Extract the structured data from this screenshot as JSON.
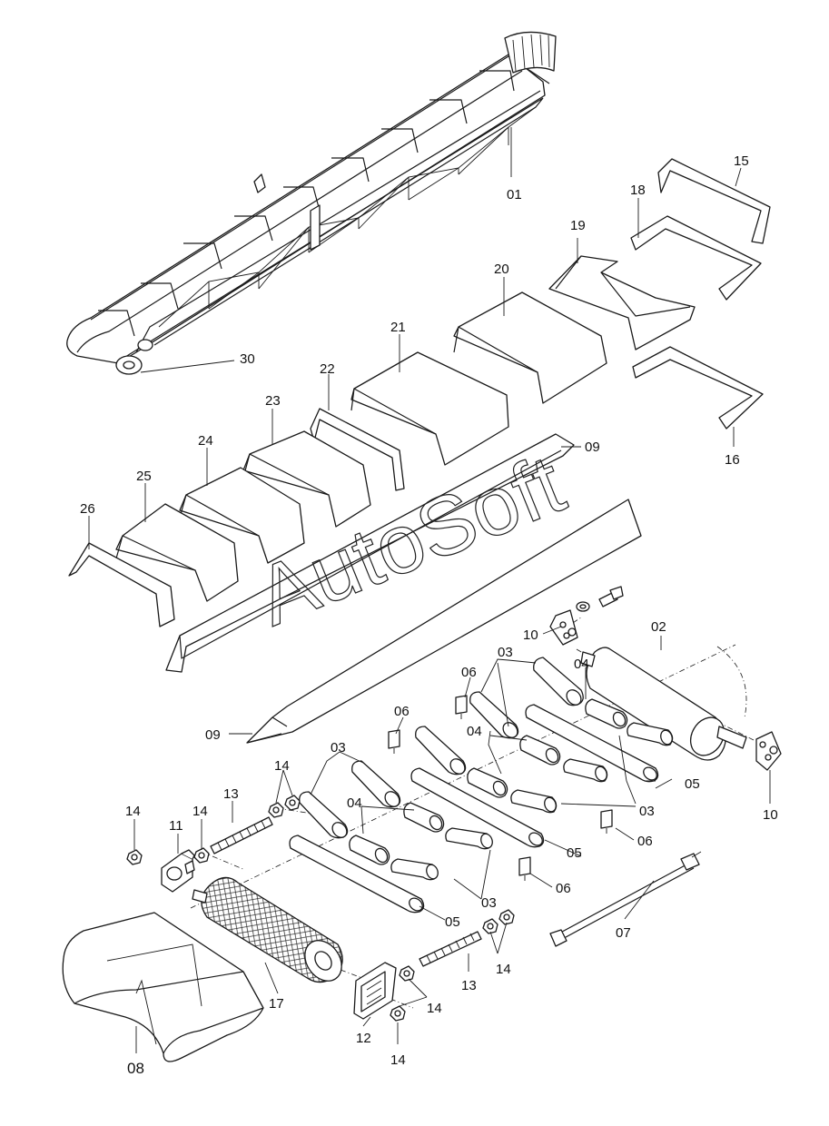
{
  "watermark": "AutoSoft",
  "part_labels": {
    "p01": "01",
    "p02": "02",
    "p03": "03",
    "p04": "04",
    "p05": "05",
    "p06": "06",
    "p07": "07",
    "p08": "08",
    "p09": "09",
    "p10": "10",
    "p11": "11",
    "p12": "12",
    "p13": "13",
    "p14": "14",
    "p15": "15",
    "p16": "16",
    "p17": "17",
    "p18": "18",
    "p19": "19",
    "p20": "20",
    "p21": "21",
    "p22": "22",
    "p23": "23",
    "p24": "24",
    "p25": "25",
    "p26": "26",
    "p30": "30"
  }
}
